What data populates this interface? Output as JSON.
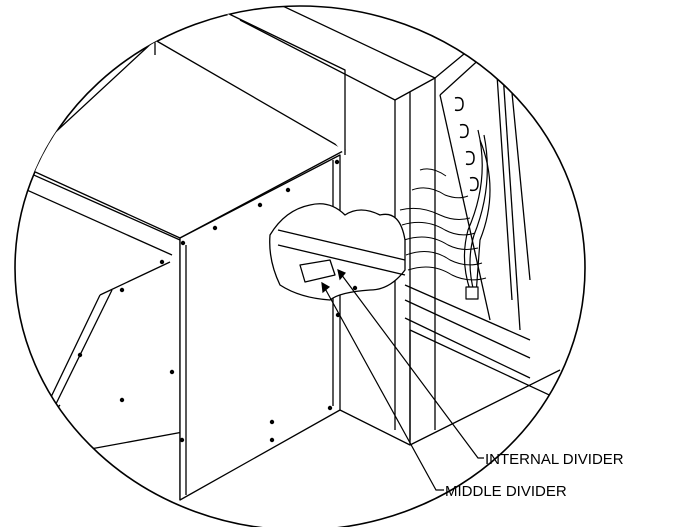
{
  "diagram": {
    "callouts": [
      {
        "id": "internal-divider",
        "label": "INTERNAL DIVIDER"
      },
      {
        "id": "middle-divider",
        "label": "MIDDLE DIVIDER"
      }
    ]
  }
}
